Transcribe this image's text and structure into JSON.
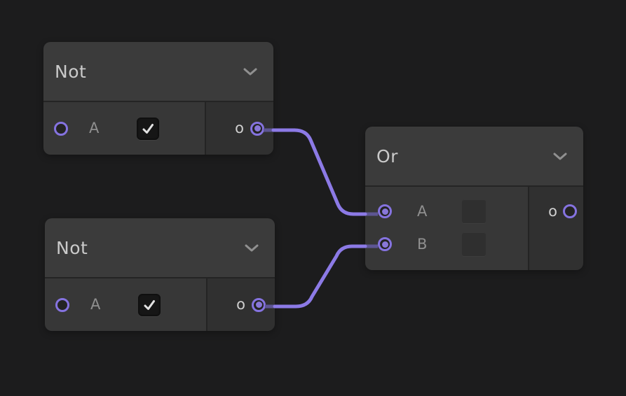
{
  "app": {
    "view": "node-graph-canvas"
  },
  "colors": {
    "background": "#1c1c1d",
    "node_header": "#3b3b3b",
    "node_input_section": "#373737",
    "node_output_section": "#303030",
    "accent_purple": "#8573e0",
    "wire": "#8c7ae6",
    "wire_dim": "#5d5593",
    "title_text": "#cacaca",
    "label_text": "#8f8f8f"
  },
  "nodes": [
    {
      "id": "not-1",
      "title": "Not",
      "header_icon": "chevron-down-icon",
      "inputs": [
        {
          "label": "A",
          "connected": false,
          "control": {
            "type": "checkbox",
            "checked": true
          }
        }
      ],
      "outputs": [
        {
          "label": "o",
          "connected": true
        }
      ]
    },
    {
      "id": "not-2",
      "title": "Not",
      "header_icon": "chevron-down-icon",
      "inputs": [
        {
          "label": "A",
          "connected": false,
          "control": {
            "type": "checkbox",
            "checked": true
          }
        }
      ],
      "outputs": [
        {
          "label": "o",
          "connected": true
        }
      ]
    },
    {
      "id": "or-1",
      "title": "Or",
      "header_icon": "chevron-down-icon",
      "inputs": [
        {
          "label": "A",
          "connected": true,
          "control": {
            "type": "checkbox",
            "checked": false
          }
        },
        {
          "label": "B",
          "connected": true,
          "control": {
            "type": "checkbox",
            "checked": false
          }
        }
      ],
      "outputs": [
        {
          "label": "o",
          "connected": false
        }
      ]
    }
  ],
  "connections": [
    {
      "from_node": "not-1",
      "from_port": "o",
      "to_node": "or-1",
      "to_port": "A"
    },
    {
      "from_node": "not-2",
      "from_port": "o",
      "to_node": "or-1",
      "to_port": "B"
    }
  ]
}
